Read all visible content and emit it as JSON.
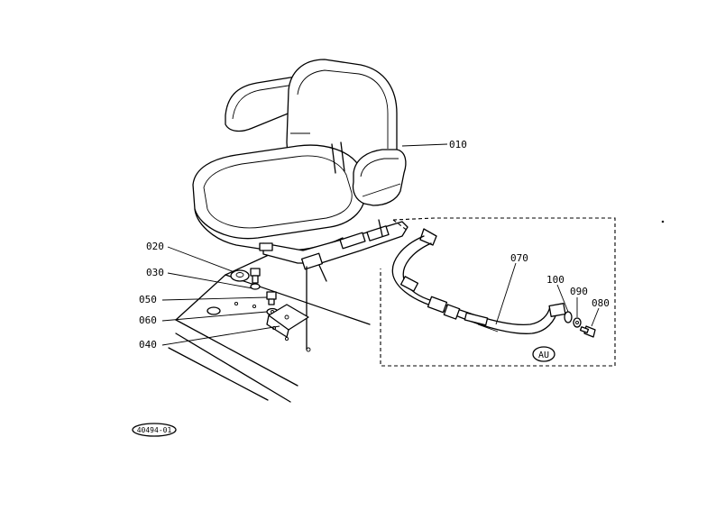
{
  "diagram": {
    "labels": {
      "p010": "010",
      "p020": "020",
      "p030": "030",
      "p040": "040",
      "p050": "050",
      "p060": "060",
      "p070": "070",
      "p080": "080",
      "p090": "090",
      "p100": "100"
    },
    "variant_badge": "AU",
    "drawing_code": "40494-01"
  }
}
